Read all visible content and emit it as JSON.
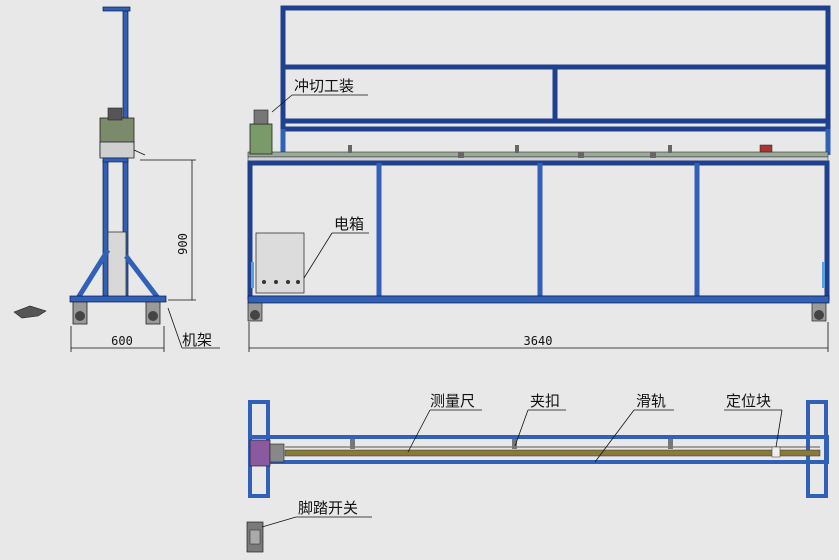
{
  "labels": {
    "punch_unit": "冲切工装",
    "electric_box": "电箱",
    "frame": "机架",
    "measuring_ruler": "测量尺",
    "clamp": "夹扣",
    "slide_rail": "滑轨",
    "positioning_block": "定位块",
    "foot_switch": "脚踏开关"
  },
  "dimensions": {
    "height": "900",
    "width": "600",
    "length": "3640"
  },
  "colors": {
    "frame_blue": "#3060b8",
    "frame_dark": "#1a3a7a",
    "rail_yellow": "#8a7a3a",
    "background": "#e8e8e8",
    "leader_line": "#111111"
  }
}
